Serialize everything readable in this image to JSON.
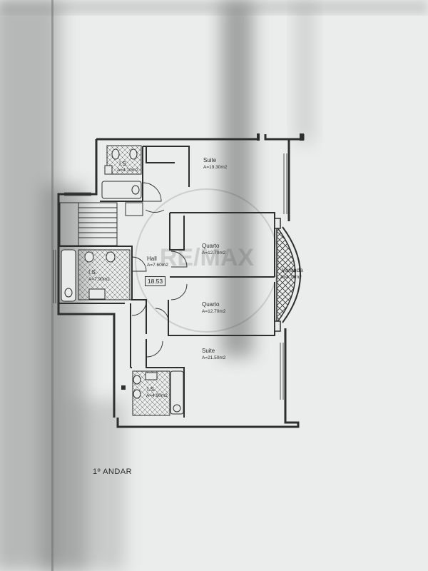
{
  "plan": {
    "floor_title": "1º ANDAR",
    "total_area_tag": "18.53",
    "rooms": {
      "suite_top": {
        "name": "Suite",
        "area": "A=19.30m2"
      },
      "is_top": {
        "name": "I.S.",
        "area": "A=4.10m2"
      },
      "hall": {
        "name": "Hall",
        "area": "A=7.60m2"
      },
      "is_left": {
        "name": "I.S.",
        "area": "A=7.90m2"
      },
      "quarto_1": {
        "name": "Quarto",
        "area": "A=12.70m2"
      },
      "quarto_2": {
        "name": "Quarto",
        "area": "A=12.70m2"
      },
      "varanda": {
        "name": "Varanda",
        "area": "A=4.70m2"
      },
      "suite_bottom": {
        "name": "Suite",
        "area": "A=21.50m2"
      },
      "is_bottom": {
        "name": "I.S.",
        "area": "A=4.90m2"
      }
    }
  },
  "watermark": "RE/MAX",
  "colors": {
    "line": "#2e2e2e",
    "paper": "#e9eaea",
    "shadow": "#3c3c3c"
  }
}
